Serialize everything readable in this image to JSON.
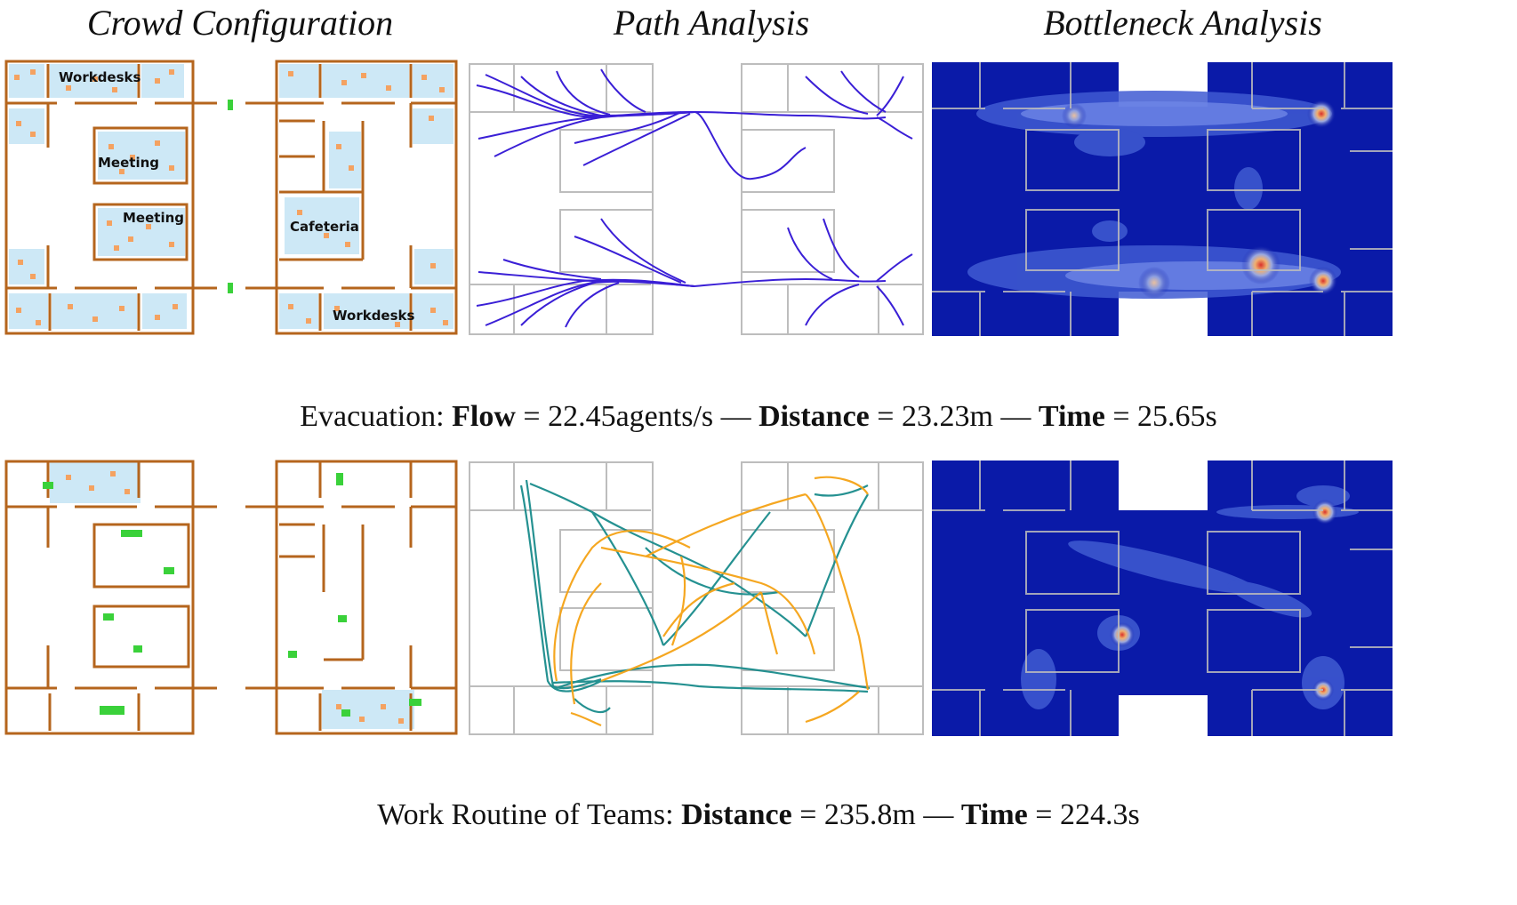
{
  "columns": {
    "crowd": "Crowd Configuration",
    "path": "Path Analysis",
    "bottleneck": "Bottleneck Analysis"
  },
  "rooms": {
    "workdesks_top": "Workdesks",
    "meeting_1": "Meeting",
    "meeting_2": "Meeting",
    "cafeteria": "Cafeteria",
    "workdesks_bottom": "Workdesks"
  },
  "caption1": {
    "prefix": "Evacuation: ",
    "flow_label": "Flow",
    "flow_value": " = 22.45agents/s — ",
    "distance_label": "Distance",
    "distance_value": " = 23.23m — ",
    "time_label": "Time",
    "time_value": " = 25.65s"
  },
  "caption2": {
    "prefix": "Work Routine of Teams: ",
    "distance_label": "Distance",
    "distance_value": " = 235.8m — ",
    "time_label": "Time",
    "time_value": " = 224.3s"
  },
  "colors": {
    "wall_brown": "#b5651d",
    "room_fill": "#cde8f6",
    "agent_orange": "#f4a261",
    "agent_green": "#3ad13a",
    "path_blue": "#3a1fd6",
    "path_teal": "#1a8c8c",
    "path_orange": "#f5a316",
    "heat_bg": "#0a1aa8",
    "grid_gray": "#bdbdbd"
  }
}
